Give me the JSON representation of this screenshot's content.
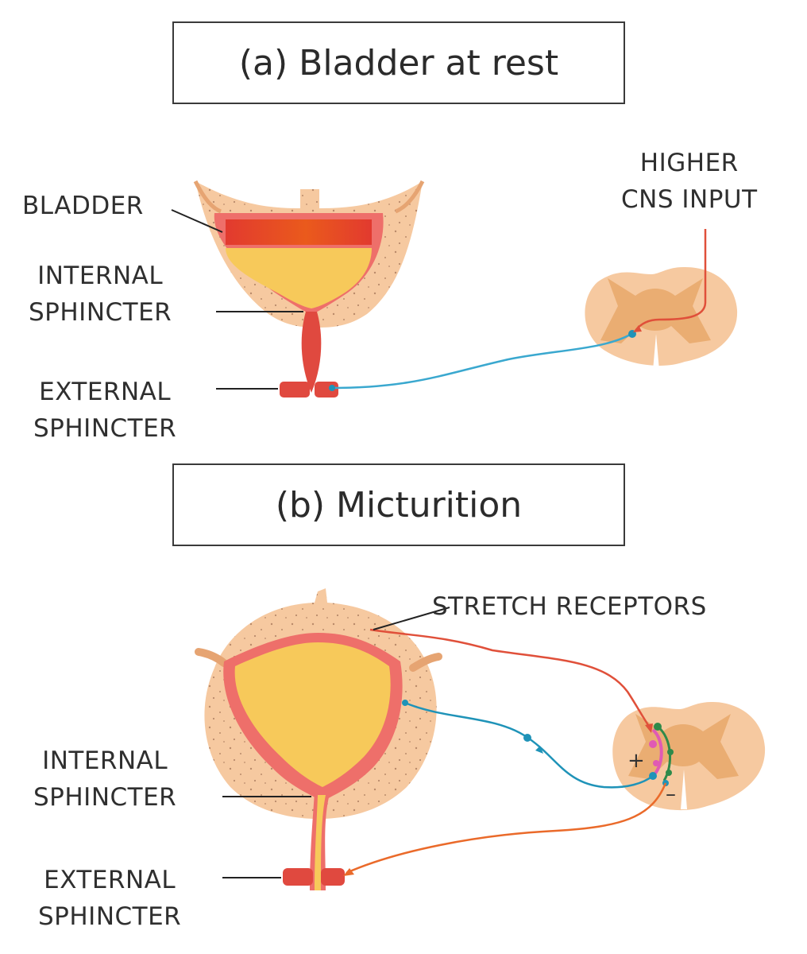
{
  "panels": {
    "a": {
      "title": "(a) Bladder at rest",
      "labels": {
        "bladder": "BLADDER",
        "internal_sphincter": [
          "INTERNAL",
          "SPHINCTER"
        ],
        "external_sphincter": [
          "EXTERNAL",
          "SPHINCTER"
        ],
        "higher_cns_input": [
          "HIGHER",
          "CNS INPUT"
        ]
      }
    },
    "b": {
      "title": "(b) Micturition",
      "labels": {
        "stretch_receptors": "STRETCH RECEPTORS",
        "internal_sphincter": [
          "INTERNAL",
          "SPHINCTER"
        ],
        "external_sphincter": [
          "EXTERNAL",
          "SPHINCTER"
        ]
      },
      "signs": {
        "plus": "+",
        "minus": "–"
      }
    }
  },
  "colors": {
    "tissue": "#f6c9a0",
    "tissue_speckle": "#b98a6a",
    "wall": "#ee6f6a",
    "urine": "#f7c95a",
    "sphincter": "#e0493f",
    "gray_matter": "#e8a86a",
    "motor_nerve": "#3aa8cf",
    "parasympathetic_nerve": "#1f93b8",
    "sensory_nerve": "#e0503a",
    "inhibited_nerve": "#ea6a2a",
    "interneuron": "#2e8a4a",
    "interneuron_pink": "#e05ab4",
    "label_line": "#222222"
  }
}
